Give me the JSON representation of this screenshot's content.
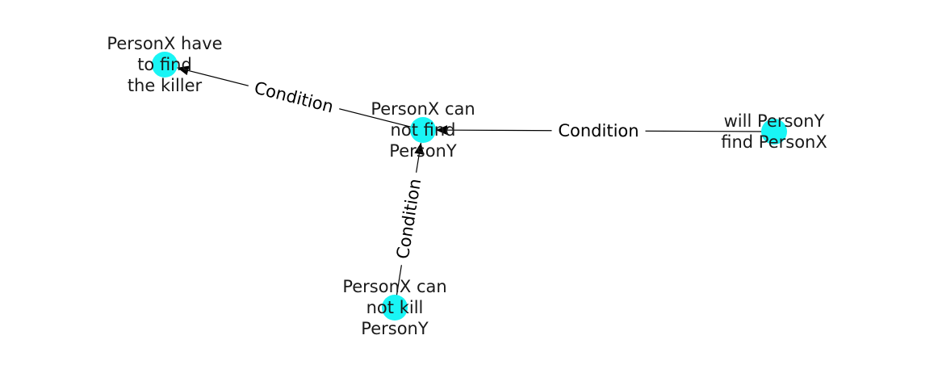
{
  "colors": {
    "node_fill": "#19f5f5",
    "edge": "#000000",
    "node_text": "#1a1a1a",
    "background": "#ffffff"
  },
  "nodes": [
    {
      "id": "n1",
      "lines": [
        "PersonX have",
        "to find",
        "the killer"
      ]
    },
    {
      "id": "n2",
      "lines": [
        "PersonX can",
        "not find",
        "PersonY"
      ]
    },
    {
      "id": "n3",
      "lines": [
        "will PersonY",
        "find PersonX"
      ]
    },
    {
      "id": "n4",
      "lines": [
        "PersonX can",
        "not kill",
        "PersonY"
      ]
    }
  ],
  "edges": [
    {
      "from": "n2",
      "to": "n1",
      "label": "Condition"
    },
    {
      "from": "n3",
      "to": "n2",
      "label": "Condition"
    },
    {
      "from": "n4",
      "to": "n2",
      "label": "Condition"
    }
  ]
}
